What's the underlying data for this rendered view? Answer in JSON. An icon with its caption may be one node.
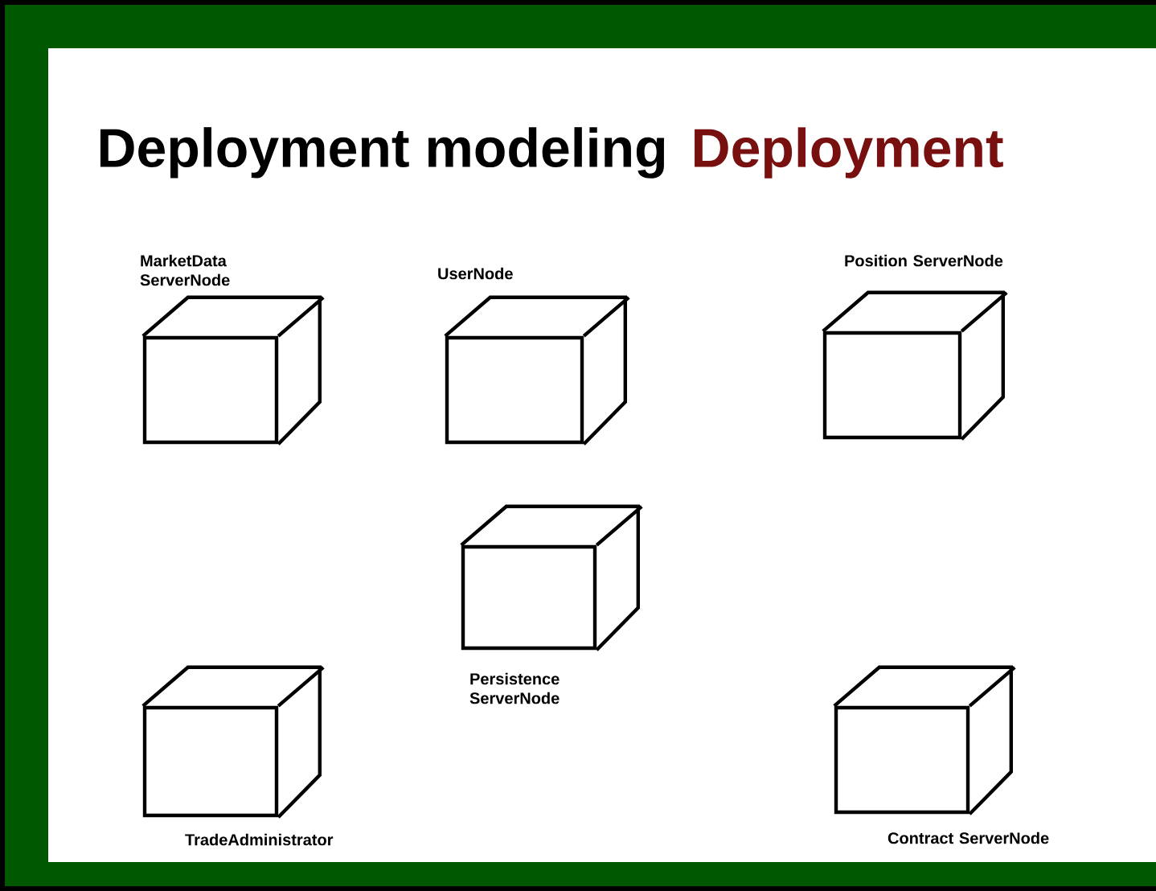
{
  "diagram": {
    "title": "Deployment modeling",
    "nodes": [
      {
        "text": [
          "MarketData ServerNode"
        ]
      },
      {
        "text": [
          "UserNode"
        ]
      },
      {
        "text": [
          "Position ServerNode"
        ]
      },
      {
        "text": [
          "Persistence ServerNode"
        ]
      },
      {
        "text": [
          "TradeAdministrator"
        ]
      },
      {
        "text": [
          "Contract ServerNode"
        ]
      }
    ],
    "labels": [
      "Deployment"
    ]
  }
}
